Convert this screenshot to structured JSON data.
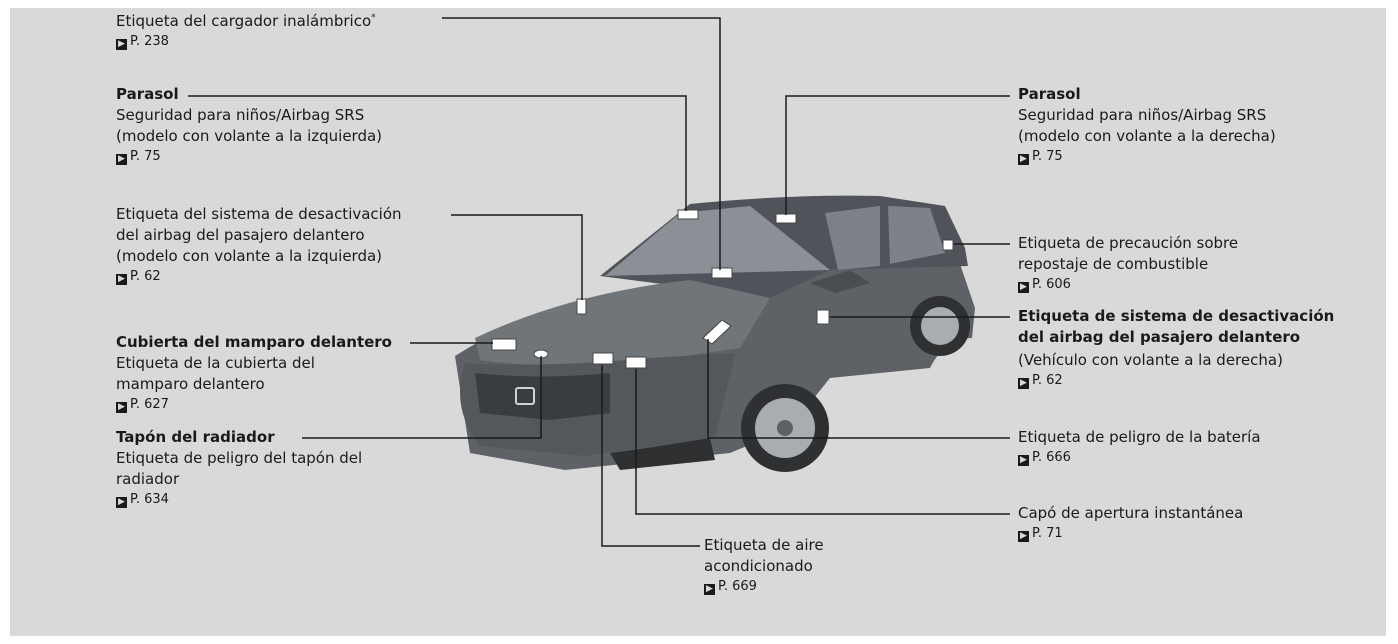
{
  "callouts": {
    "wireless": {
      "title": "Etiqueta del cargador inalámbrico",
      "mark": "*",
      "ref": "P. 238"
    },
    "sunvisor_left": {
      "title": "Parasol",
      "text": "Seguridad para niños/Airbag SRS\n(modelo con volante a la izquierda)",
      "ref": "P. 75"
    },
    "airbag_left": {
      "text": "Etiqueta del sistema de desactivación\ndel airbag del pasajero delantero\n(modelo con volante a la izquierda)",
      "ref": "P. 62"
    },
    "bulkhead": {
      "title": "Cubierta del mamparo delantero",
      "text": "Etiqueta de la cubierta del\nmamparo delantero",
      "ref": "P. 627"
    },
    "radiator": {
      "title": "Tapón del radiador",
      "text": "Etiqueta de peligro del tapón del\nradiador",
      "ref": "P. 634"
    },
    "aircon": {
      "text": "Etiqueta de aire\nacondicionado",
      "ref": "P. 669"
    },
    "sunvisor_right": {
      "title": "Parasol",
      "text": "Seguridad para niños/Airbag SRS\n(modelo con volante a la derecha)",
      "ref": "P. 75"
    },
    "fuel": {
      "text": "Etiqueta de precaución sobre\nrepostaje de combustible",
      "ref": "P. 606"
    },
    "airbag_right": {
      "title": "Etiqueta de sistema de desactivación\ndel airbag del pasajero delantero",
      "text": "(Vehículo con volante a la derecha)",
      "ref": "P. 62"
    },
    "battery": {
      "text": "Etiqueta de peligro de la batería",
      "ref": "P. 666"
    },
    "hood": {
      "text": "Capó de apertura instantánea",
      "ref": "P. 71"
    }
  },
  "colors": {
    "background": "#d9d9d9",
    "text": "#1a1a1a",
    "car_body": "#6b6f73",
    "label": "#ffffff"
  },
  "icons": {
    "reference_arrow": "arrow-right-box-icon",
    "brand_emblem": "honda-logo"
  }
}
